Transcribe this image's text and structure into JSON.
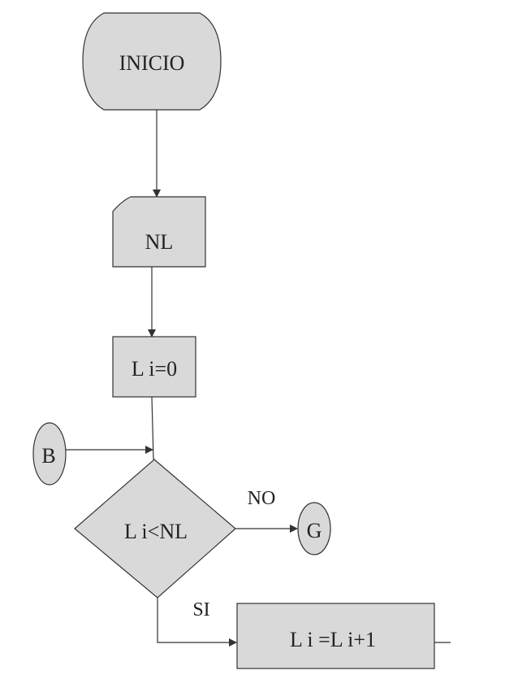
{
  "diagram": {
    "type": "flowchart",
    "nodes": {
      "start": "INICIO",
      "input": "NL",
      "init": "L i=0",
      "connector_b": "B",
      "decision": "L i<NL",
      "connector_g": "G",
      "increment": "L i =L i+1"
    },
    "edge_labels": {
      "no": "NO",
      "yes": "SI"
    },
    "colors": {
      "fill": "#d9d9d9",
      "stroke": "#333333"
    }
  }
}
